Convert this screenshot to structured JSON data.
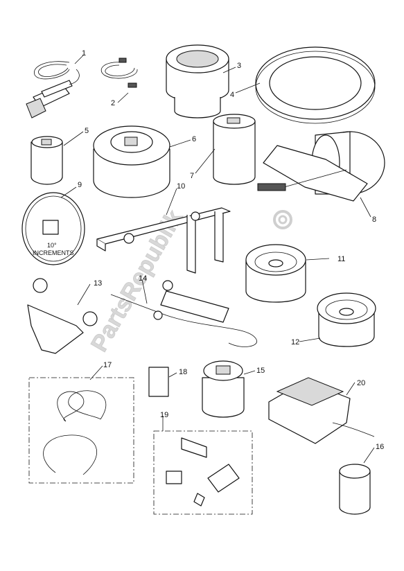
{
  "diagram": {
    "callouts": [
      "1",
      "2",
      "3",
      "4",
      "5",
      "6",
      "7",
      "8",
      "9",
      "10",
      "11",
      "12",
      "13",
      "14",
      "15",
      "16",
      "17",
      "18",
      "19",
      "20"
    ],
    "dial_label_line1": "10°",
    "dial_label_line2": "INCREMENTS",
    "watermark": "PartsRepublik"
  }
}
